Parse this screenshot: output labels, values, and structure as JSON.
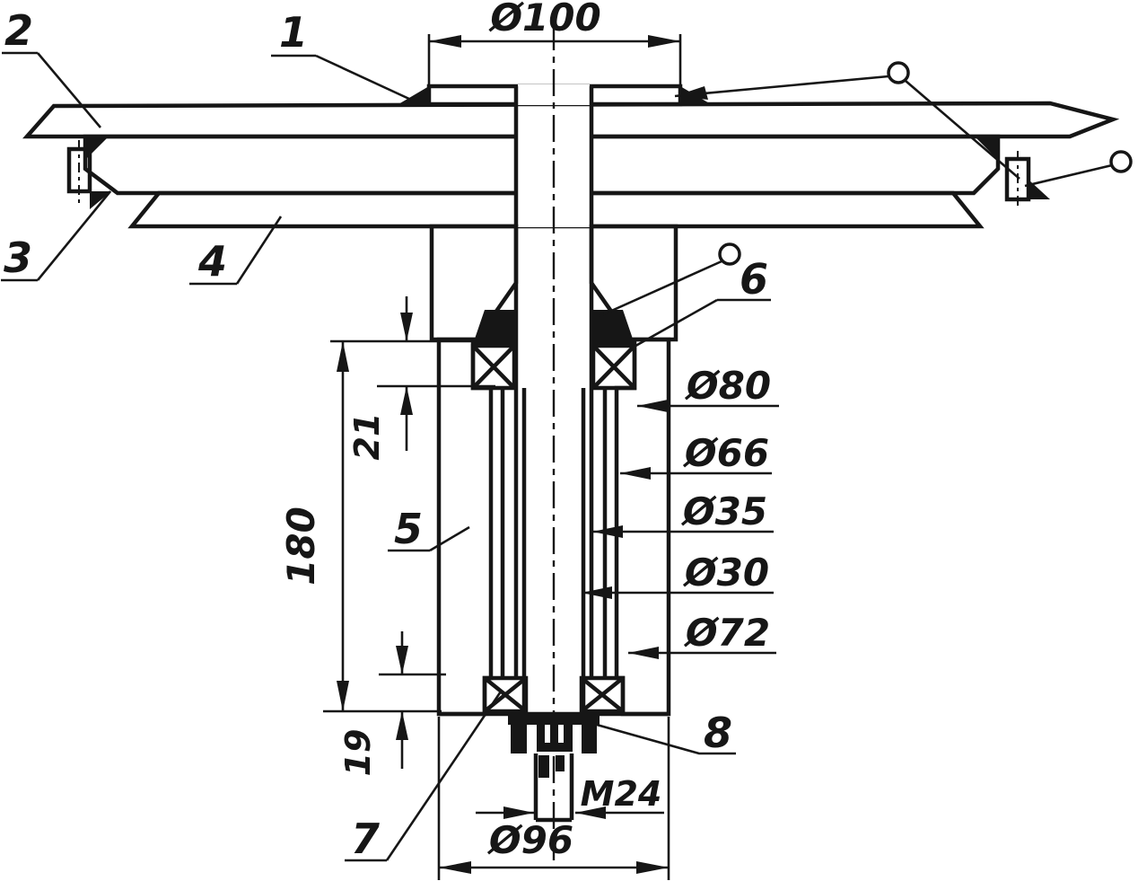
{
  "drawing": {
    "line_color": "#161616",
    "background_color": "#ffffff",
    "part_labels": {
      "p1": "1",
      "p2": "2",
      "p3": "3",
      "p4": "4",
      "p5": "5",
      "p6": "6",
      "p7": "7",
      "p8": "8"
    },
    "dimensions": {
      "flange_diameter": "Ø100",
      "top_bearing_height": "21",
      "housing_length": "180",
      "bottom_bearing_offset": "19",
      "upper_seat_diameter": "Ø80",
      "bore_diameter": "Ø66",
      "shaft_diameter": "Ø35",
      "shaft_end_diameter": "Ø30",
      "lower_seat_diameter": "Ø72",
      "thread_size": "M24",
      "hub_bottom_diameter": "Ø96"
    }
  }
}
